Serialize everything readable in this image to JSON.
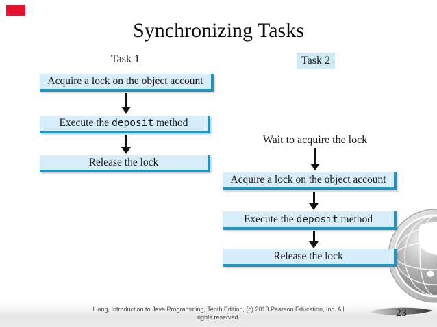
{
  "title": "Synchronizing Tasks",
  "page_number": "23",
  "footer": {
    "line1": "Liang, Introduction to Java Programming, Tenth Edition, (c) 2013 Pearson Education, Inc. All",
    "line2": "rights reserved."
  },
  "tasks": {
    "task1": {
      "label": "Task 1",
      "step_acquire": "Acquire a lock on the object account",
      "step_execute_pre": "Execute the ",
      "step_execute_code": "deposit",
      "step_execute_post": " method",
      "step_release": "Release the lock"
    },
    "task2": {
      "label": "Task 2",
      "wait_text": "Wait to acquire the lock",
      "step_acquire": "Acquire a lock on the object account",
      "step_execute_pre": "Execute the ",
      "step_execute_code": "deposit",
      "step_execute_post": " method",
      "step_release": "Release the lock"
    }
  },
  "icons": {
    "globe": "globe-icon",
    "corner_mark": "red-corner-marker"
  },
  "colors": {
    "box_fill": "#d7eefa",
    "box_edge": "#1f94c1",
    "task2_label_highlight": "#cfe9f6",
    "corner_marker_red": "#e8112d",
    "arrow_black": "#111111",
    "footer_text_gray": "#4c4c4c"
  }
}
